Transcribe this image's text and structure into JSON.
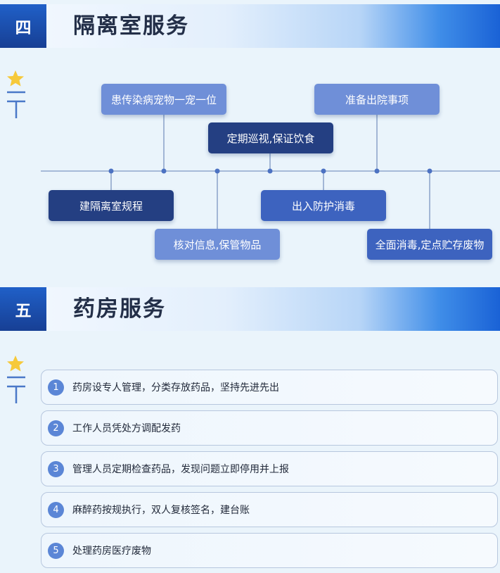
{
  "sections": [
    {
      "number": "四",
      "title": "隔离室服务",
      "timeline_boxes": [
        {
          "label": "患传染病宠物一宠一位",
          "tone": "light"
        },
        {
          "label": "定期巡视,保证饮食",
          "tone": "dark"
        },
        {
          "label": "准备出院事项",
          "tone": "light"
        },
        {
          "label": "建隔离室规程",
          "tone": "dark"
        },
        {
          "label": "核对信息,保管物品",
          "tone": "light"
        },
        {
          "label": "出入防护消毒",
          "tone": "mid"
        },
        {
          "label": "全面消毒,定点贮存废物",
          "tone": "mid"
        }
      ]
    },
    {
      "number": "五",
      "title": "药房服务",
      "items": [
        {
          "num": "1",
          "text": "药房设专人管理，分类存放药品，坚持先进先出"
        },
        {
          "num": "2",
          "text": "工作人员凭处方调配发药"
        },
        {
          "num": "3",
          "text": "管理人员定期检查药品，发现问题立即停用并上报"
        },
        {
          "num": "4",
          "text": "麻醉药按规执行，双人复核签名，建台账"
        },
        {
          "num": "5",
          "text": "处理药房医疗废物"
        }
      ]
    }
  ],
  "icons": {
    "decoration": "star-icon"
  },
  "colors": {
    "dark": "#243f82",
    "mid": "#3d63bf",
    "light": "#6f8fd8",
    "line": "#8fa7cc",
    "star": "#f6c93a"
  }
}
